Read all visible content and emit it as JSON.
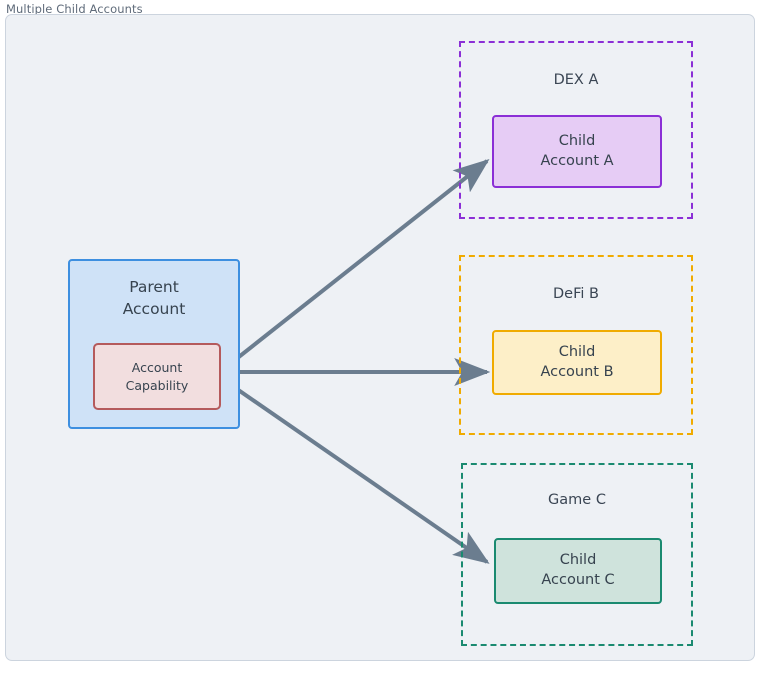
{
  "diagram": {
    "title": "Multiple Child Accounts",
    "background_color": "#eef1f5",
    "frame_border_color": "#ccd4de",
    "connector_color": "#6b7d8f"
  },
  "parent": {
    "title_line1": "Parent",
    "title_line2": "Account",
    "border_color": "#3d8fe0",
    "fill_color": "#cfe2f7",
    "capability": {
      "line1": "Account",
      "line2": "Capability",
      "border_color": "#b55a5c",
      "fill_color": "#f2dedf"
    }
  },
  "services": [
    {
      "name": "DEX A",
      "border_color": "#8b2fd6",
      "child": {
        "line1": "Child",
        "line2": "Account A",
        "border_color": "#8b2fd6",
        "fill_color": "#e6ccf5"
      }
    },
    {
      "name": "DeFi B",
      "border_color": "#f0ab00",
      "child": {
        "line1": "Child",
        "line2": "Account B",
        "border_color": "#f0ab00",
        "fill_color": "#fdefc8"
      }
    },
    {
      "name": "Game C",
      "border_color": "#1a8a70",
      "child": {
        "line1": "Child",
        "line2": "Account C",
        "border_color": "#1a8a70",
        "fill_color": "#cfe3dc"
      }
    }
  ],
  "connections": [
    {
      "from": "Account Capability",
      "to": "Child Account A"
    },
    {
      "from": "Account Capability",
      "to": "Child Account B"
    },
    {
      "from": "Account Capability",
      "to": "Child Account C"
    }
  ]
}
